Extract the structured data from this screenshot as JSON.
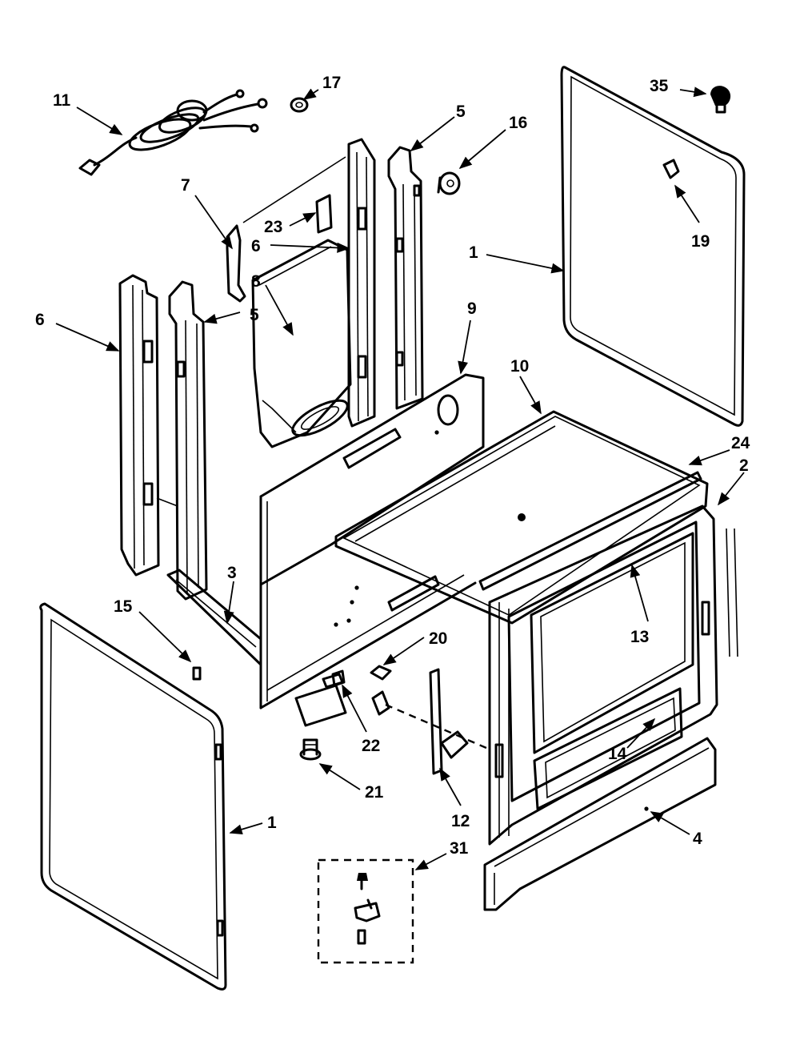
{
  "callouts": {
    "c11": "11",
    "c17": "17",
    "c35": "35",
    "c5_top": "5",
    "c16": "16",
    "c7": "7",
    "c23": "23",
    "c6_mid": "6",
    "c8": "8",
    "c1_top": "1",
    "c19": "19",
    "c6_left": "6",
    "c5_left": "5",
    "c9": "9",
    "c10": "10",
    "c24": "24",
    "c2": "2",
    "c3": "3",
    "c15": "15",
    "c20": "20",
    "c13": "13",
    "c22": "22",
    "c14": "14",
    "c21": "21",
    "c12": "12",
    "c1_bottom": "1",
    "c4": "4",
    "c31": "31"
  }
}
